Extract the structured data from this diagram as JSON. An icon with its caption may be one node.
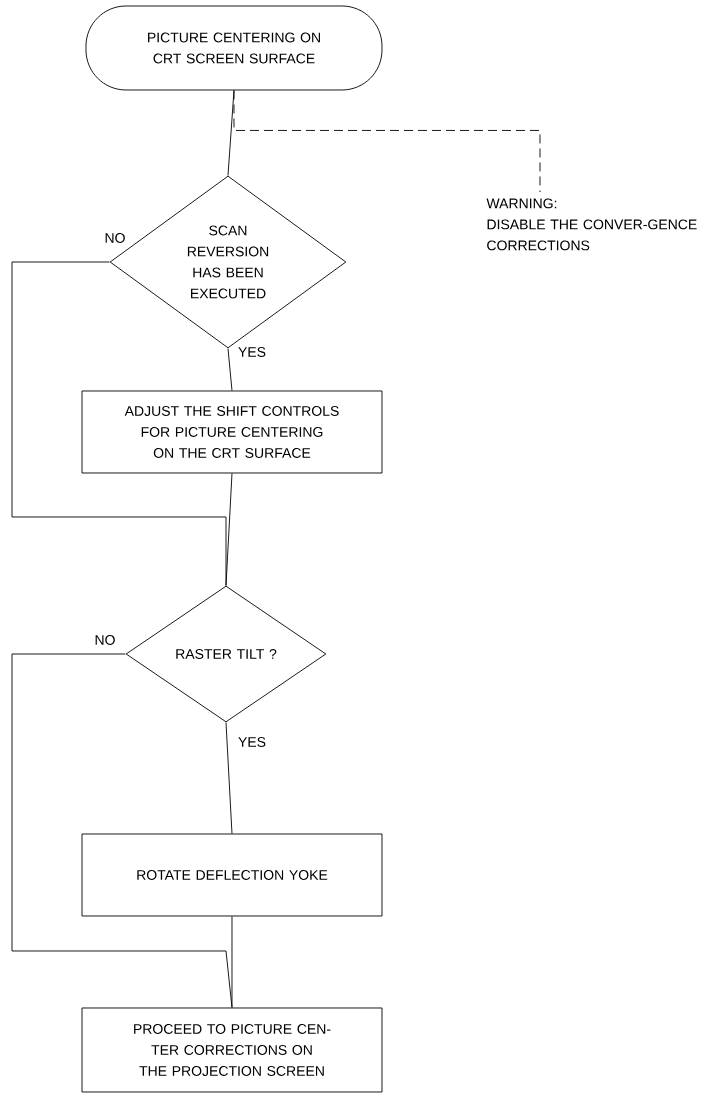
{
  "diagram": {
    "nodes": [
      {
        "text": [
          "PICTURE CENTERING ON CRT SCREEN SURFACE"
        ]
      },
      {
        "text": [
          "SCAN REVERSION HAS BEEN EXECUTED"
        ]
      },
      {
        "text": [
          "WARNING:",
          "DISABLE THE CONVER-GENCE CORRECTIONS"
        ]
      },
      {
        "text": [
          "ADJUST THE SHIFT CONTROLS FOR PICTURE CENTERING ON THE CRT SURFACE"
        ]
      },
      {
        "text": [
          "RASTER TILT ?"
        ]
      },
      {
        "text": [
          "ROTATE DEFLECTION YOKE"
        ]
      },
      {
        "text": [
          "PROCEED TO PICTURE CEN-TER CORRECTIONS ON THE PROJECTION SCREEN"
        ]
      }
    ],
    "edges": [
      {
        "from": 0,
        "to": 1,
        "arrow": "none"
      },
      {
        "from": 0,
        "to": 2,
        "arrow": "none",
        "style": "dashed"
      },
      {
        "from": 1,
        "to": 3,
        "arrow": "none",
        "label": "YES"
      },
      {
        "from": 1,
        "to": 4,
        "arrow": "none",
        "label": "NO"
      },
      {
        "from": 3,
        "to": 4,
        "arrow": "none"
      },
      {
        "from": 4,
        "to": 5,
        "arrow": "none",
        "label": "YES"
      },
      {
        "from": 4,
        "to": 6,
        "arrow": "none",
        "label": "NO"
      },
      {
        "from": 5,
        "to": 6,
        "arrow": "none"
      }
    ]
  }
}
